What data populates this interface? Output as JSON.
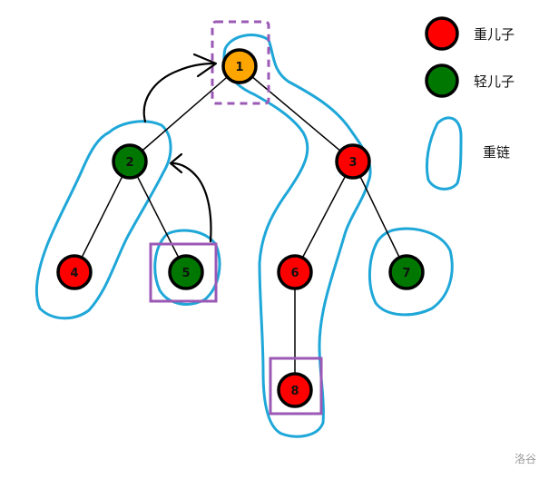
{
  "colors": {
    "heavy": "#ff0000",
    "light": "#007700",
    "root": "#ffa500",
    "chain": "#1ea7d8",
    "highlight": "#9b59b6",
    "edge": "#000000"
  },
  "nodes": [
    {
      "id": "1",
      "label": "1",
      "kind": "root"
    },
    {
      "id": "2",
      "label": "2",
      "kind": "light"
    },
    {
      "id": "3",
      "label": "3",
      "kind": "heavy"
    },
    {
      "id": "4",
      "label": "4",
      "kind": "heavy"
    },
    {
      "id": "5",
      "label": "5",
      "kind": "light"
    },
    {
      "id": "6",
      "label": "6",
      "kind": "heavy"
    },
    {
      "id": "7",
      "label": "7",
      "kind": "light"
    },
    {
      "id": "8",
      "label": "8",
      "kind": "heavy"
    }
  ],
  "edges": [
    [
      "1",
      "2"
    ],
    [
      "1",
      "3"
    ],
    [
      "2",
      "4"
    ],
    [
      "2",
      "5"
    ],
    [
      "3",
      "6"
    ],
    [
      "3",
      "7"
    ],
    [
      "6",
      "8"
    ]
  ],
  "legend": {
    "heavy_label": "重儿子",
    "light_label": "轻儿子",
    "chain_label": "重链"
  },
  "watermark": "洛谷"
}
